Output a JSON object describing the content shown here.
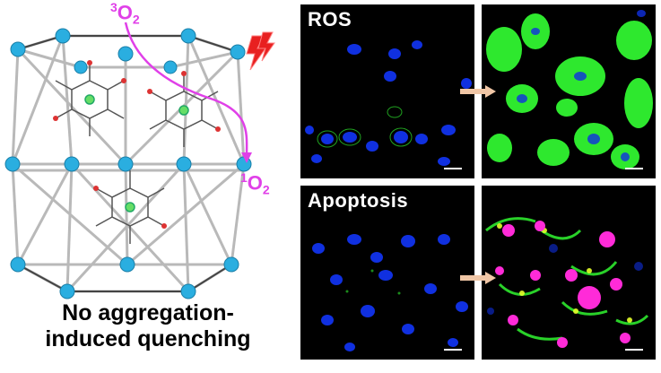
{
  "figure": {
    "left": {
      "triplet_label_sup": "3",
      "triplet_label_main": "O",
      "triplet_label_sub": "2",
      "singlet_label_sup": "1",
      "singlet_label_main": "O",
      "singlet_label_sub": "2",
      "caption_line1": "No aggregation-",
      "caption_line2": "induced quenching"
    },
    "panels": {
      "ros_label": "ROS",
      "apoptosis_label": "Apoptosis"
    },
    "colors": {
      "node": "#2aaee0",
      "cage_line": "#b9b9b9",
      "singlet_oxygen_arrow": "#e040e8",
      "light_icon": "#e82020",
      "process_arrow": "#f0c6a6",
      "nuclei": "#1030e0",
      "ros_signal": "#2ee82e",
      "apoptosis_magenta": "#ff2bd8"
    }
  }
}
